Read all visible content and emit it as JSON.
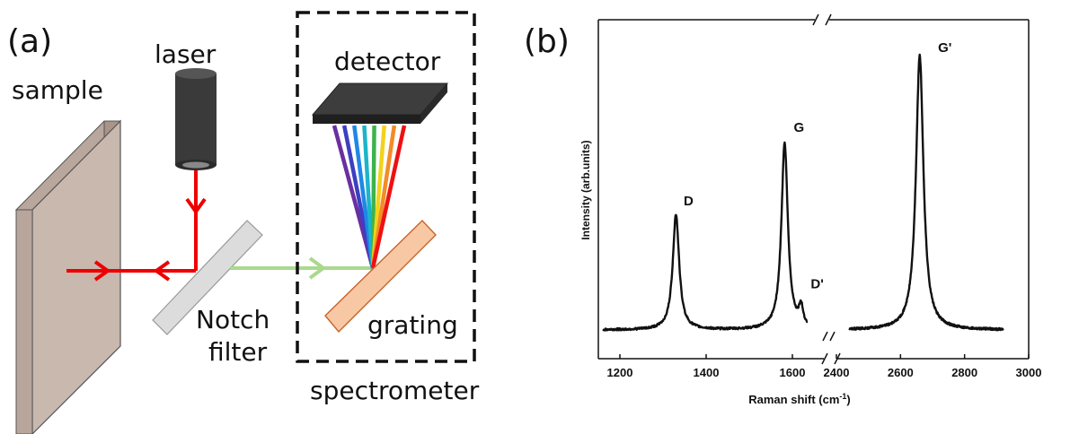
{
  "panel_a": {
    "label": "(a)",
    "sample": "sample",
    "laser": "laser",
    "detector": "detector",
    "notch_filter_line1": "Notch",
    "notch_filter_line2": "filter",
    "grating": "grating",
    "spectrometer": "spectrometer",
    "colors": {
      "laser_beam": "#ee0000",
      "scattered_beam": "#a9d98d",
      "sample_face": "#c9b8ae",
      "grating_fill": "#f8c8a4",
      "notch_fill": "#dcdcdc",
      "detector_fill": "#2b2b2b",
      "spectrum": [
        "#6a2fa0",
        "#3d3fc2",
        "#1e88e5",
        "#1bb5c9",
        "#3cb44b",
        "#f2d21b",
        "#f28c28",
        "#ee1111"
      ]
    }
  },
  "panel_b": {
    "label": "(b)",
    "chart_data": {
      "type": "line",
      "xlabel_main": "Raman shift (cm",
      "xlabel_sup": "-1",
      "xlabel_close": ")",
      "ylabel": "Intensity (arb.units)",
      "axis_break": true,
      "segments": [
        {
          "xlim": [
            1150,
            1650
          ],
          "ticks": [
            "1200",
            "1400",
            "1600"
          ]
        },
        {
          "xlim": [
            2400,
            3000
          ],
          "ticks": [
            "2400",
            "2600",
            "2800",
            "3000"
          ]
        }
      ],
      "peaks": [
        {
          "label": "D",
          "x": 1330,
          "intensity": 0.42
        },
        {
          "label": "G",
          "x": 1582,
          "intensity": 0.68
        },
        {
          "label": "D'",
          "x": 1620,
          "intensity": 0.07
        },
        {
          "label": "G'",
          "x": 2660,
          "intensity": 1.0
        }
      ],
      "data_range": [
        [
          1160,
          1635
        ],
        [
          2440,
          2920
        ]
      ]
    }
  }
}
